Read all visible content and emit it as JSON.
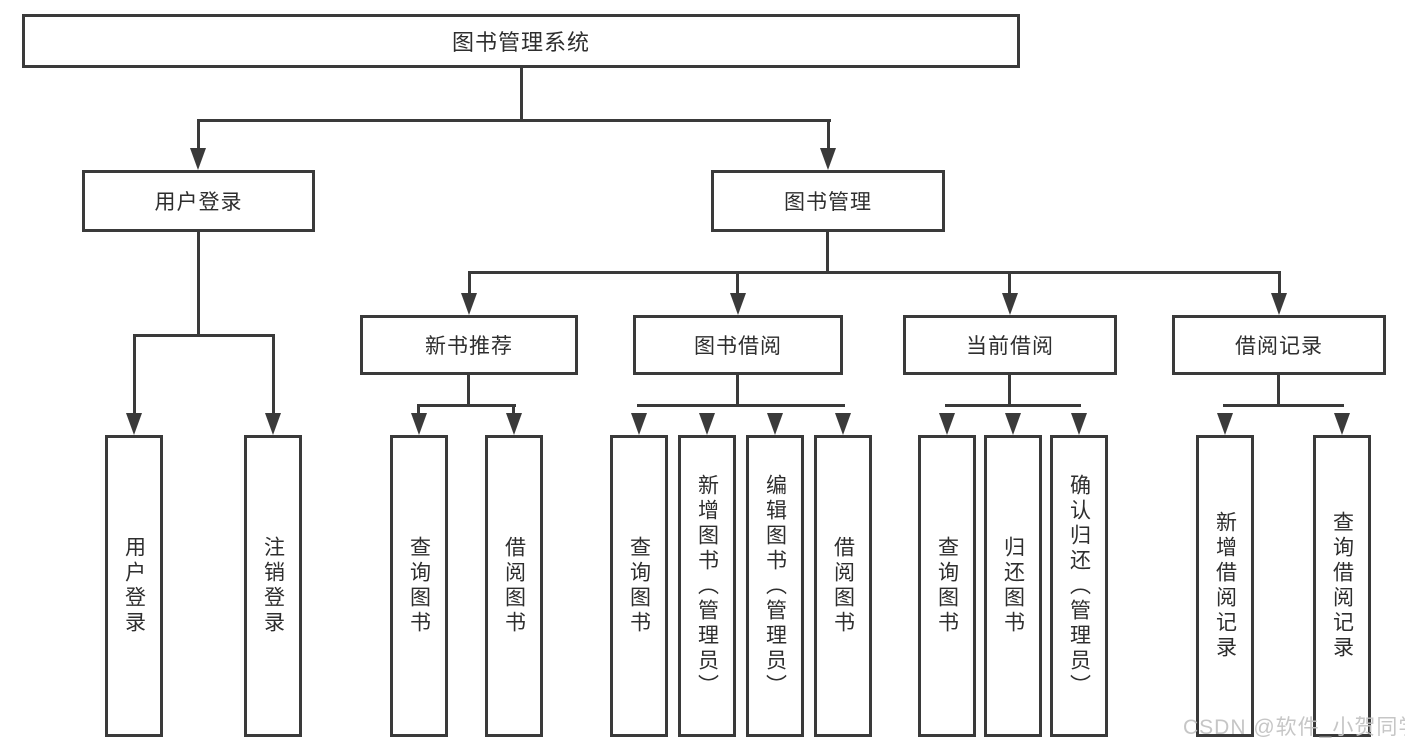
{
  "nodes": {
    "root": "图书管理系统",
    "user_login": "用户登录",
    "book_mgmt": "图书管理",
    "new_book_rec": "新书推荐",
    "book_borrow": "图书借阅",
    "current_borrow": "当前借阅",
    "borrow_record": "借阅记录",
    "leaf_user_login": "用户登录",
    "leaf_logout": "注销登录",
    "leaf_query_book_rec": "查询图书",
    "leaf_borrow_book_rec": "借阅图书",
    "leaf_query_book_borrow": "查询图书",
    "leaf_add_book_admin": "新增图书（管理员）",
    "leaf_edit_book_admin": "编辑图书（管理员）",
    "leaf_borrow_book_borrow": "借阅图书",
    "leaf_query_book_current": "查询图书",
    "leaf_return_book": "归还图书",
    "leaf_confirm_return_admin": "确认归还（管理员）",
    "leaf_add_borrow_record": "新增借阅记录",
    "leaf_query_borrow_record": "查询借阅记录"
  },
  "watermark": "CSDN @软件_小贺同学",
  "colors": {
    "line": "#3a3a3a",
    "background": "#ffffff",
    "watermark": "#c3c3c3"
  }
}
